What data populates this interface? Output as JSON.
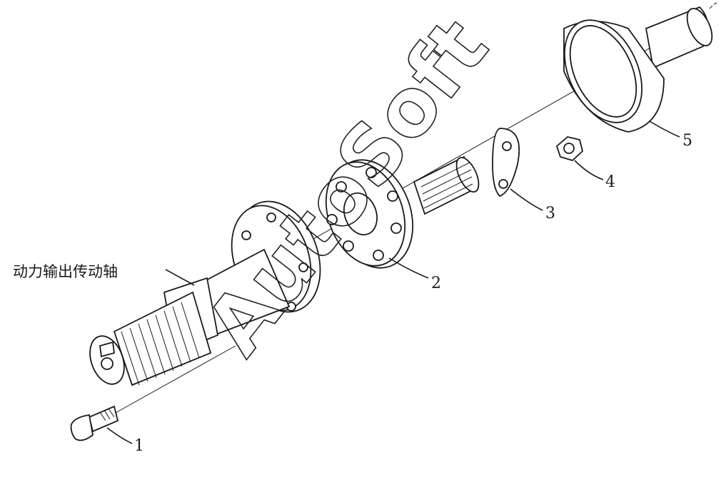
{
  "diagram": {
    "shaft_label": "动力输出传动轴",
    "callouts": [
      {
        "id": "1",
        "text": "1"
      },
      {
        "id": "2",
        "text": "2"
      },
      {
        "id": "3",
        "text": "3"
      },
      {
        "id": "4",
        "text": "4"
      },
      {
        "id": "5",
        "text": "5"
      }
    ],
    "watermark": "AutoSoft"
  }
}
